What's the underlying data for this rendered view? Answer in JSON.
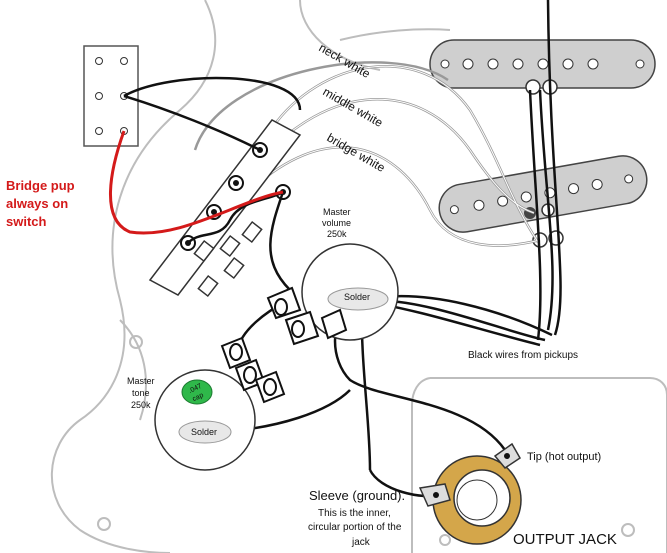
{
  "labels": {
    "neck_white": "neck white",
    "middle_white": "middle white",
    "bridge_white": "bridge white",
    "bridge_pup_note": [
      "Bridge pup",
      "always on",
      "switch"
    ],
    "master_volume": [
      "Master",
      "volume",
      "250k"
    ],
    "master_tone": [
      "Master",
      "tone",
      "250k"
    ],
    "cap": [
      ".047",
      "cap"
    ],
    "solder_volume": "Solder",
    "solder_tone": "Solder",
    "black_wires": "Black wires from pickups",
    "tip": "Tip (hot output)",
    "sleeve": [
      "Sleeve (ground).",
      "This is the inner,",
      "circular portion of the",
      "jack"
    ],
    "output_jack": "OUTPUT JACK"
  },
  "colors": {
    "red_wire": "#d41a1a",
    "cap_green": "#2fb84a",
    "jack_gold": "#d4a64a",
    "pickup_grey": "#cfcfcf",
    "guard_line": "#bdbdbd"
  },
  "icons": [
    "switch-icon",
    "pot-icon",
    "capacitor-icon",
    "pickup-icon",
    "jack-icon"
  ]
}
